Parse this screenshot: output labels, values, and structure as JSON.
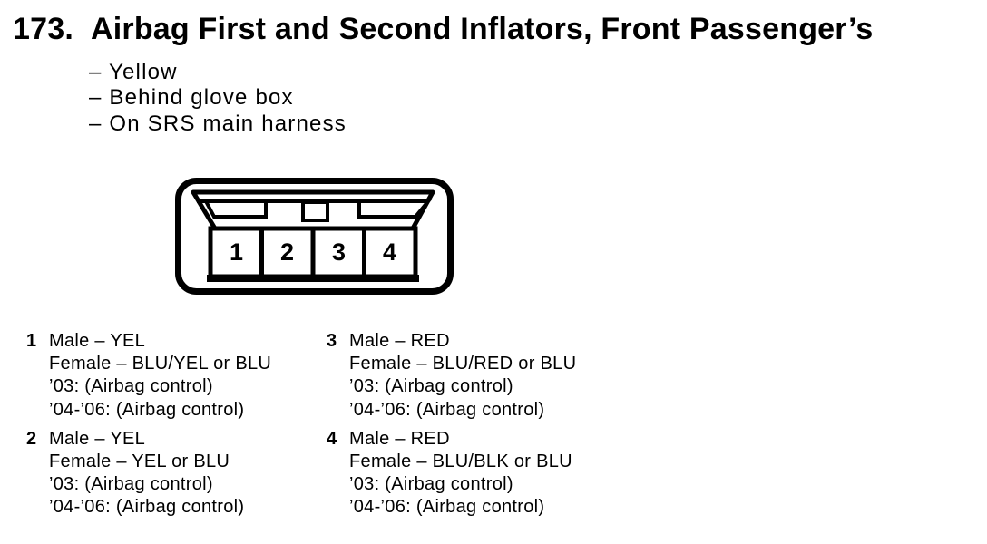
{
  "colors": {
    "ink": "#000000",
    "paper": "#ffffff"
  },
  "header": {
    "number": "173.",
    "title": "Airbag First and Second Inflators, Front Passenger’s",
    "bullets": [
      "– Yellow",
      "– Behind glove box",
      "– On SRS main harness"
    ]
  },
  "connector": {
    "cavities": [
      "1",
      "2",
      "3",
      "4"
    ]
  },
  "pins": {
    "left": [
      {
        "num": "1",
        "lines": [
          "Male – YEL",
          "Female – BLU/YEL or BLU",
          "’03: (Airbag control)",
          "’04-’06: (Airbag control)"
        ]
      },
      {
        "num": "2",
        "lines": [
          "Male – YEL",
          "Female – YEL or BLU",
          "’03: (Airbag control)",
          "’04-’06: (Airbag control)"
        ]
      }
    ],
    "right": [
      {
        "num": "3",
        "lines": [
          "Male – RED",
          "Female – BLU/RED or BLU",
          "’03: (Airbag control)",
          "’04-’06: (Airbag control)"
        ]
      },
      {
        "num": "4",
        "lines": [
          "Male – RED",
          "Female – BLU/BLK or BLU",
          "’03: (Airbag control)",
          "’04-’06: (Airbag control)"
        ]
      }
    ]
  }
}
